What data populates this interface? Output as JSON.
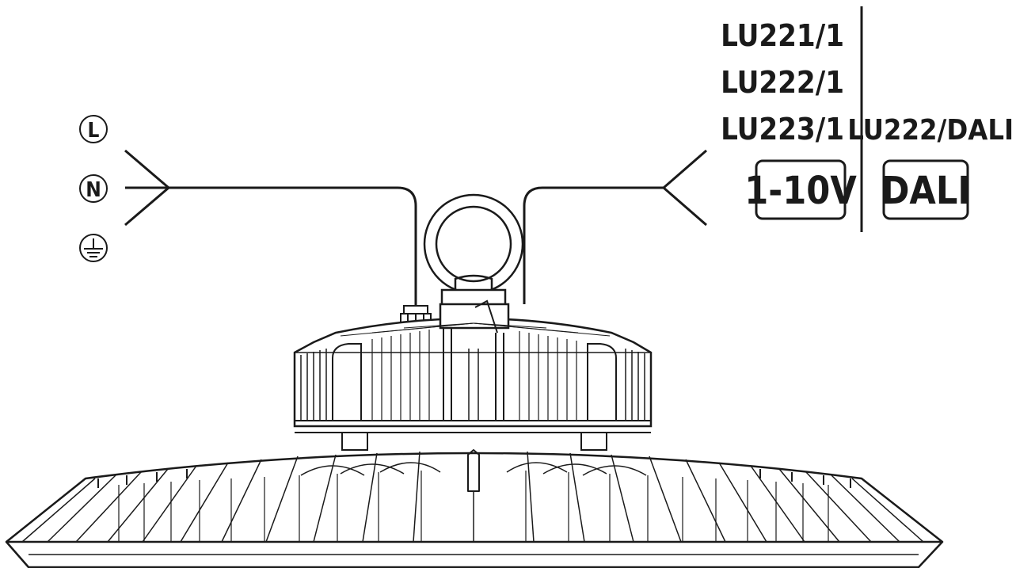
{
  "terminals": {
    "live": "L",
    "neutral": "N",
    "earth_icon": "earth-ground-icon"
  },
  "control_1_10v": {
    "models": [
      "LU221/1",
      "LU222/1",
      "LU223/1"
    ],
    "badge": "1-10V"
  },
  "control_dali": {
    "model": "LU222/DALI",
    "badge": "DALI"
  },
  "colors": {
    "line": "#1a1a1a",
    "background": "#ffffff"
  }
}
